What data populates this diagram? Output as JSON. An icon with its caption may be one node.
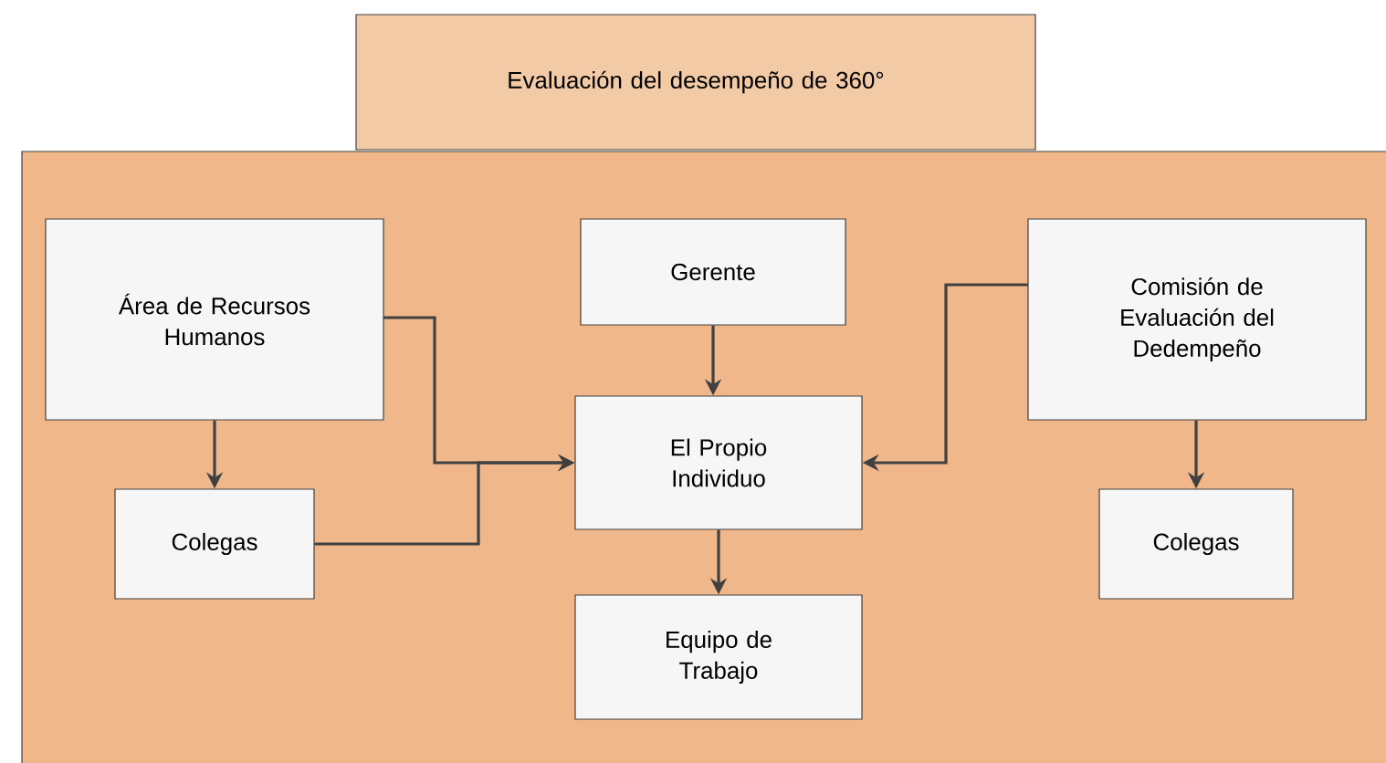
{
  "diagram": {
    "nodes": [
      {
        "text": [
          "Evaluación del desempeño de 360°"
        ]
      },
      {
        "text": [],
        "shape": "box"
      },
      {
        "text": [
          "Área de Recursos Humanos"
        ],
        "in": 1
      },
      {
        "text": [
          "Gerente"
        ],
        "in": 1
      },
      {
        "text": [
          "Comisión de Evaluación del Dedempeño"
        ],
        "in": 1
      },
      {
        "text": [
          "El Propio Individuo"
        ],
        "in": 1
      },
      {
        "text": [
          "Colegas"
        ],
        "in": 1
      },
      {
        "text": [
          "Colegas"
        ],
        "in": 1
      },
      {
        "text": [
          "Equipo de Trabajo"
        ],
        "in": 1
      }
    ],
    "edges": [
      {
        "from": 2,
        "to": 6,
        "arrow": "to"
      },
      {
        "from": 2,
        "to": 5,
        "arrow": "to"
      },
      {
        "from": 6,
        "to": 5,
        "arrow": "to"
      },
      {
        "from": 3,
        "to": 5,
        "arrow": "to"
      },
      {
        "from": 4,
        "to": 5,
        "arrow": "to"
      },
      {
        "from": 4,
        "to": 7,
        "arrow": "to"
      },
      {
        "from": 5,
        "to": 8,
        "arrow": "to"
      }
    ]
  }
}
